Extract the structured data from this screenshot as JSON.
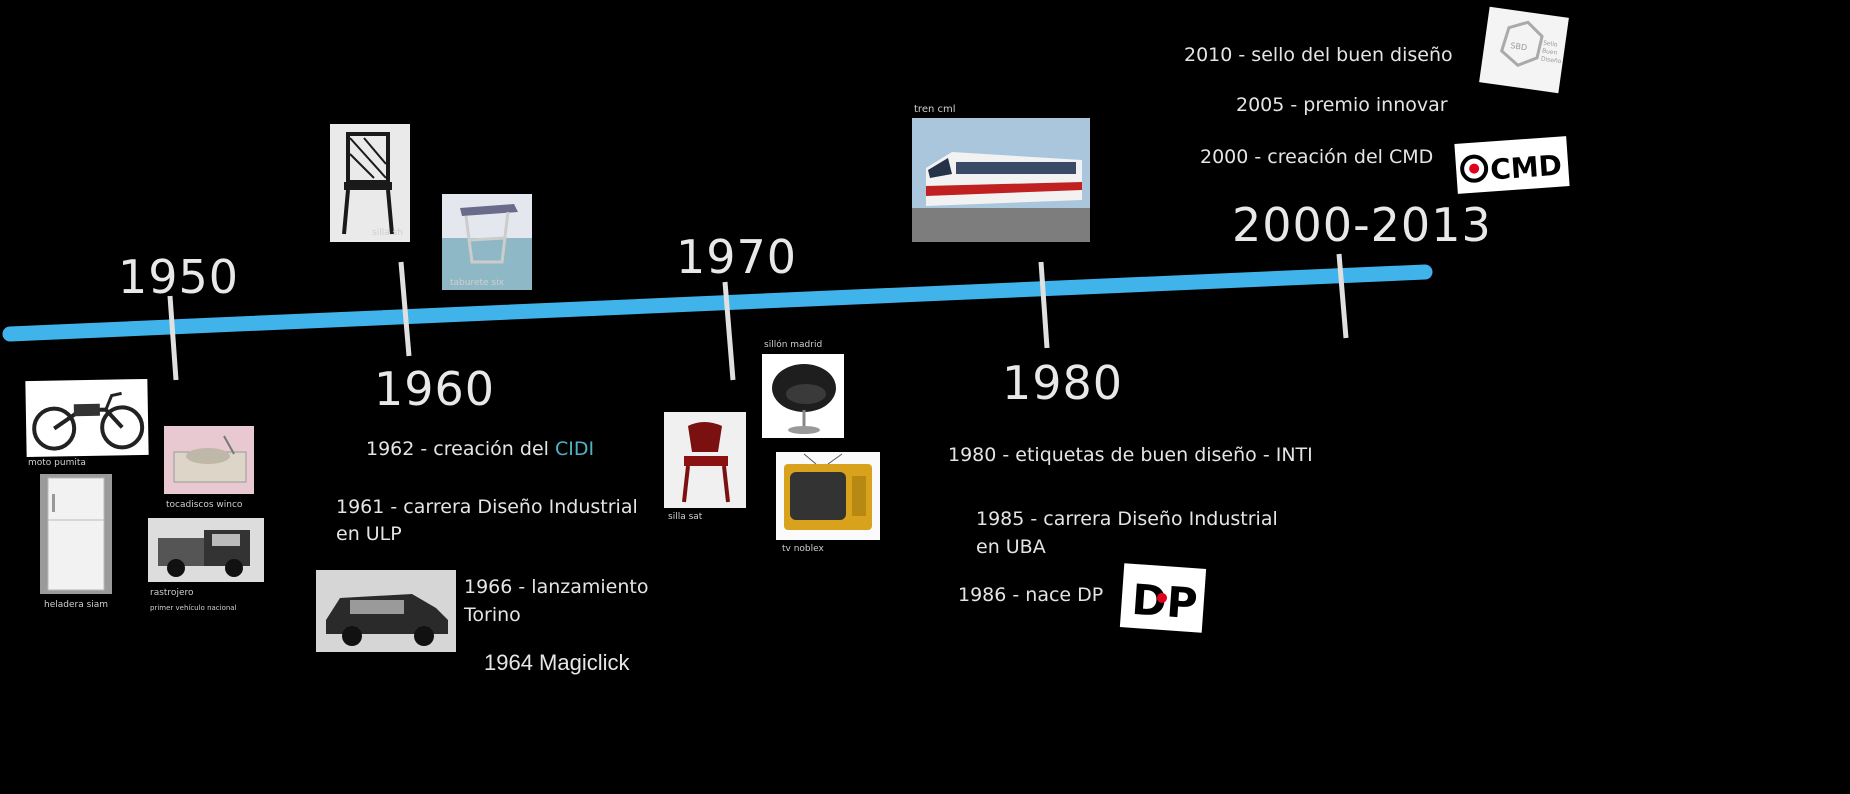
{
  "timeline": {
    "line_color": "#3fb3ea",
    "tick_color": "#e0e0e0",
    "eras": [
      "1950",
      "1960",
      "1970",
      "1980",
      "2000-2013"
    ]
  },
  "events": {
    "e2010": "2010 - sello del buen diseño",
    "e2005": "2005 - premio innovar",
    "e2000": "2000 - creación del CMD",
    "e1962_prefix": "1962 - creación del ",
    "e1962_accent": "CIDI",
    "e1961_line1": "1961 - carrera Diseño Industrial",
    "e1961_line2": "en ULP",
    "e1966_line1": "1966 - lanzamiento",
    "e1966_line2": "Torino",
    "e1964": "1964 Magiclick",
    "e1980": "1980 - etiquetas de buen diseño - INTI",
    "e1985_line1": "1985 - carrera Diseño Industrial",
    "e1985_line2": "en UBA",
    "e1986": "1986 - nace DP"
  },
  "captions": {
    "moto": "moto pumita",
    "heladera": "heladera siam",
    "tocadiscos": "tocadiscos winco",
    "rastrojero": "rastrojero",
    "rastrojero_sub": "primer vehículo nacional",
    "silla_sh": "silla sh",
    "taburete": "taburete six",
    "silla_sat": "silla sat",
    "sillon": "sillón madrid",
    "tv": "tv noblex",
    "tren": "tren cml"
  },
  "logos": {
    "cmd": "CMD",
    "sbd_inner": "SBD",
    "sbd_side": "Sello Buen Diseño",
    "dp": "DP"
  },
  "colors": {
    "accent": "#4fb3c8",
    "dp_red": "#e0001b"
  }
}
